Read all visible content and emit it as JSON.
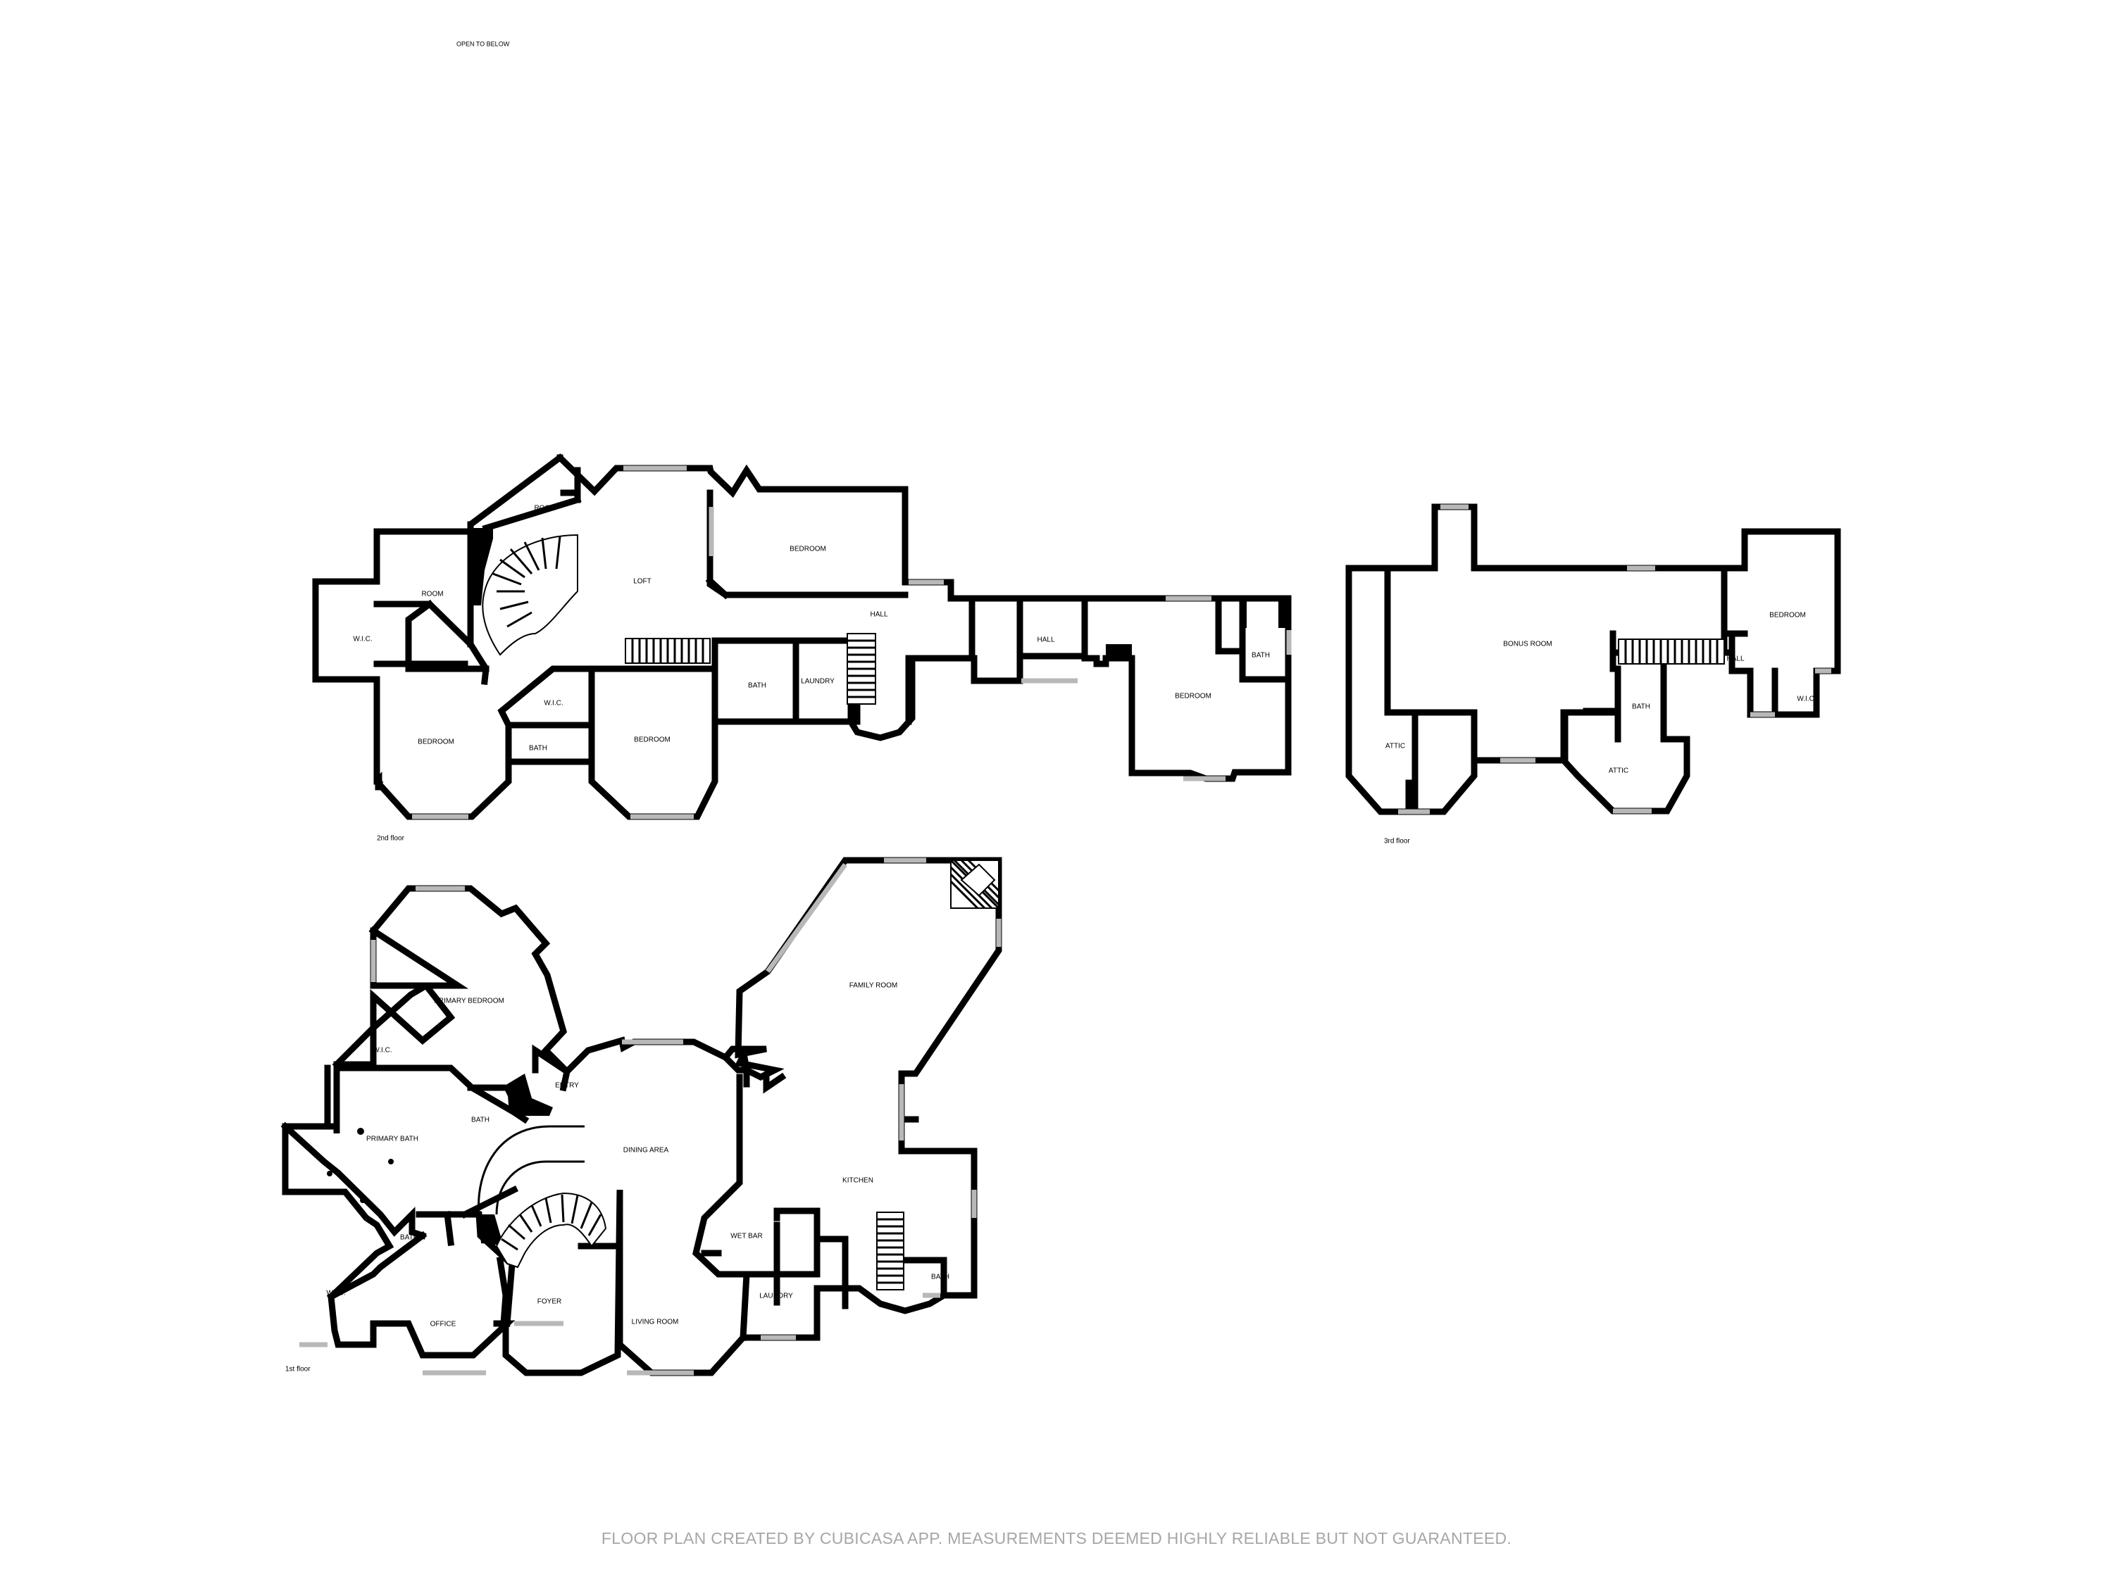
{
  "notes": {
    "open_to_below": "OPEN TO BELOW"
  },
  "floors": {
    "second": {
      "label": "2nd floor",
      "rooms": {
        "room_top": "ROOM",
        "room_left": "ROOM",
        "wic": "W.I.C.",
        "loft": "LOFT",
        "bedroom_top": "BEDROOM",
        "hall_a": "HALL",
        "hall_b": "HALL",
        "bedroom_right": "BEDROOM",
        "bath_right": "BATH",
        "bath_mid": "BATH",
        "laundry": "LAUNDRY",
        "wic_mid": "W.I.C.",
        "bath_small": "BATH",
        "bedroom_left": "BEDROOM",
        "bedroom_mid": "BEDROOM"
      }
    },
    "third": {
      "label": "3rd floor",
      "rooms": {
        "bonus_room": "BONUS ROOM",
        "bedroom": "BEDROOM",
        "hall": "HALL",
        "wic": "W.I.C.",
        "bath": "BATH",
        "attic_left": "ATTIC",
        "attic_right": "ATTIC"
      }
    },
    "first": {
      "label": "1st floor",
      "rooms": {
        "primary_bedroom": "PRIMARY BEDROOM",
        "wic_top": "W.I.C.",
        "entry": "ENTRY",
        "bath_top": "BATH",
        "primary_bath": "PRIMARY BATH",
        "dining_area": "DINING AREA",
        "family_room": "FAMILY ROOM",
        "kitchen": "KITCHEN",
        "wet_bar": "WET BAR",
        "bath_small": "BATH",
        "wic_bottom": "W.I.C.",
        "office": "OFFICE",
        "foyer": "FOYER",
        "living_room": "LIVING ROOM",
        "laundry": "LAUNDRY",
        "bath_right": "BATH"
      }
    }
  },
  "footer": {
    "text": "FLOOR PLAN CREATED BY CUBICASA APP. MEASUREMENTS DEEMED HIGHLY RELIABLE BUT NOT GUARANTEED."
  }
}
